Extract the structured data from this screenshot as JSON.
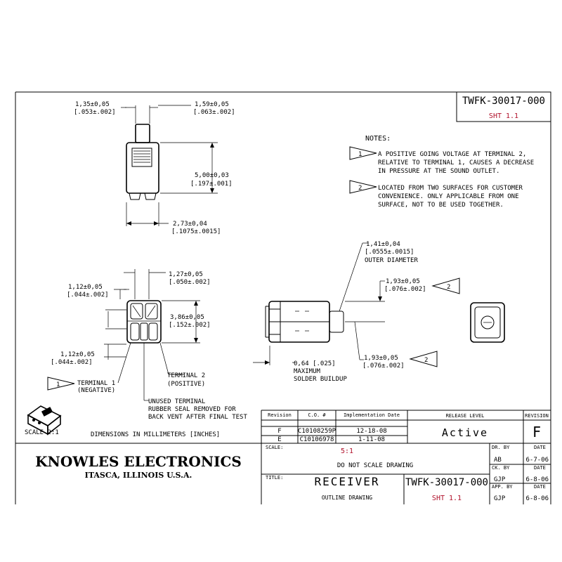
{
  "part_number": "TWFK-30017-000",
  "sheet": "SHT 1.1",
  "notes": {
    "heading": "NOTES:",
    "note1": {
      "flag": "1",
      "lines": [
        "A POSITIVE GOING VOLTAGE AT TERMINAL 2,",
        "RELATIVE TO TERMINAL 1, CAUSES A DECREASE",
        "IN PRESSURE AT THE SOUND OUTLET."
      ]
    },
    "note2": {
      "flag": "2",
      "lines": [
        "LOCATED FROM TWO SURFACES FOR CUSTOMER",
        "CONVENIENCE. ONLY APPLICABLE FROM ONE",
        "SURFACE, NOT TO BE USED TOGETHER."
      ]
    }
  },
  "dims": {
    "d1": [
      "1,35±0,05",
      "[.053±.002]"
    ],
    "d2": [
      "1,59±0,05",
      "[.063±.002]"
    ],
    "d3": [
      "5,00±0,03",
      "[.197±.001]"
    ],
    "d4": [
      "2,73±0,04",
      "[.1075±.0015]"
    ],
    "d5": [
      "1,27±0,05",
      "[.050±.002]"
    ],
    "d6": [
      "1,12±0,05",
      "[.044±.002]"
    ],
    "d7": [
      "3,86±0,05",
      "[.152±.002]"
    ],
    "d8": [
      "1,12±0,05",
      "[.044±.002]"
    ],
    "d9": [
      "1,41±0,04",
      "[.0555±.0015]",
      "OUTER DIAMETER"
    ],
    "d10": [
      "1,93±0,05",
      "[.076±.002]"
    ],
    "d11": [
      "1,93±0,05",
      "[.076±.002]"
    ],
    "d12": [
      "0,64 [.025]",
      "MAXIMUM",
      "SOLDER BUILDUP"
    ]
  },
  "labels": {
    "terminal1": [
      "TERMINAL 1",
      "(NEGATIVE)"
    ],
    "terminal2": [
      "TERMINAL 2",
      "(POSITIVE)"
    ],
    "unused": [
      "UNUSED TERMINAL",
      "RUBBER SEAL REMOVED FOR",
      "BACK VENT AFTER FINAL TEST"
    ],
    "scale_note": "SCALE 2:1",
    "units_note": "DIMENSIONS IN MILLIMETERS [INCHES]",
    "flag1": "1",
    "flag2": "2"
  },
  "revision_table": {
    "headers": [
      "Revision",
      "C.O. #",
      "Implementation Date"
    ],
    "rows": [
      [
        "F",
        "C10108259P",
        "12-18-08"
      ],
      [
        "E",
        "C10106978",
        "1-11-08"
      ]
    ],
    "release_level_label": "RELEASE LEVEL",
    "release_level": "Active",
    "revision_label": "REVISION",
    "revision": "F"
  },
  "title_block": {
    "company": "KNOWLES ELECTRONICS",
    "location": "ITASCA, ILLINOIS U.S.A.",
    "scale_label": "SCALE:",
    "scale": "5:1",
    "do_not_scale": "DO NOT SCALE DRAWING",
    "title_label": "TITLE:",
    "title": "RECEIVER",
    "subtitle": "OUTLINE DRAWING",
    "dr_by_label": "DR. BY",
    "dr_by": "AB",
    "dr_date_label": "DATE",
    "dr_date": "6-7-06",
    "ck_by_label": "CK. BY",
    "ck_by": "GJP",
    "ck_date_label": "DATE",
    "ck_date": "6-8-06",
    "app_by_label": "APP. BY",
    "app_by": "GJP",
    "app_date_label": "DATE",
    "app_date": "6-8-06"
  },
  "colors": {
    "accent": "#b0102a",
    "line": "#000000"
  }
}
